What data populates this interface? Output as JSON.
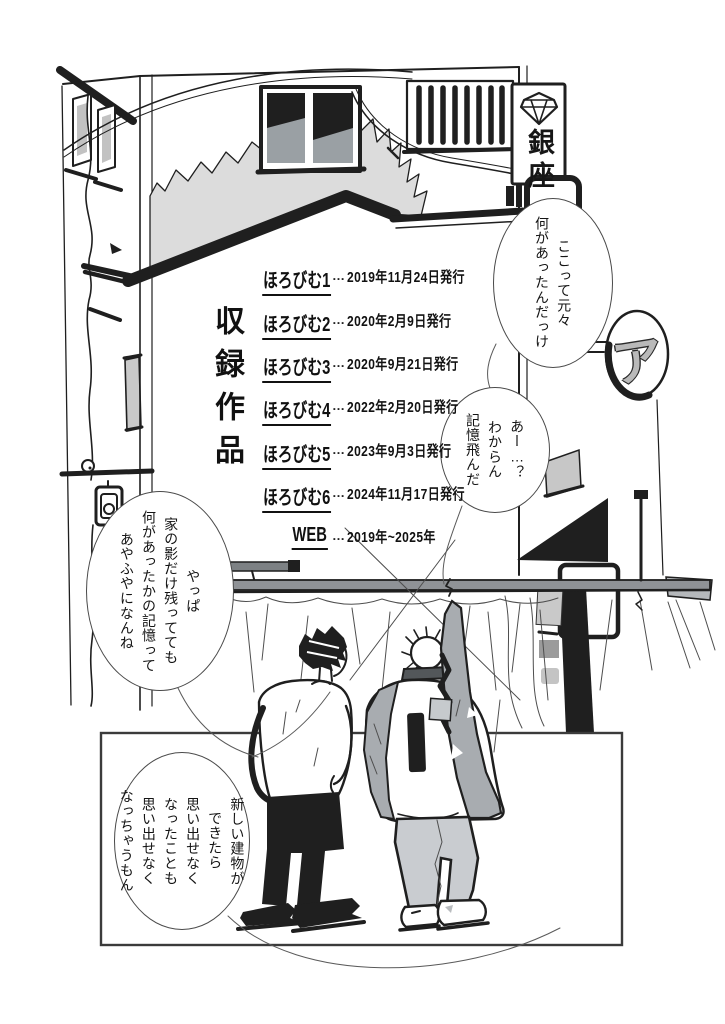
{
  "toc": {
    "section_title": "収録作品",
    "separator": "…",
    "items": [
      {
        "name": "ほろびむ1",
        "date": "2019年11月24日発行"
      },
      {
        "name": "ほろびむ2",
        "date": "2020年2月9日発行"
      },
      {
        "name": "ほろびむ3",
        "date": "2020年9月21日発行"
      },
      {
        "name": "ほろびむ4",
        "date": "2022年2月20日発行"
      },
      {
        "name": "ほろびむ5",
        "date": "2023年9月3日発行"
      },
      {
        "name": "ほろびむ6",
        "date": "2024年11月17日発行"
      },
      {
        "name": "WEB",
        "date": "2019年~2025年"
      }
    ]
  },
  "speech_bubbles": [
    {
      "id": "bubble-top-right",
      "text": "ここって元々\n何があったんだっけ"
    },
    {
      "id": "bubble-mid-right",
      "text": "あー…？\nわからん\n記憶飛んだ"
    },
    {
      "id": "bubble-mid-left",
      "text": "やっぱ\n家の影だけ残ってても\n何があったかの記憶って\nあやふやになんね"
    },
    {
      "id": "bubble-bottom-left",
      "text": "新しい建物が\nできたら\n思い出せなく\nなったことも\n思い出せなく\nなっちゃうもん"
    }
  ],
  "signs": {
    "ginza_sign_text": "銀座",
    "round_sign_text": "ア"
  },
  "icons": {
    "diamond_icon": "diamond-gem"
  },
  "colors": {
    "ink": "#1f1f1f",
    "stain": "#dcdcdc",
    "pane": "#9aa0a4",
    "jacket": "#a8acb0",
    "pants": "#c9ccd0",
    "scaffold": "#8f9296",
    "signgray": "#b9b9b9",
    "poster": "#c9c9c9"
  }
}
